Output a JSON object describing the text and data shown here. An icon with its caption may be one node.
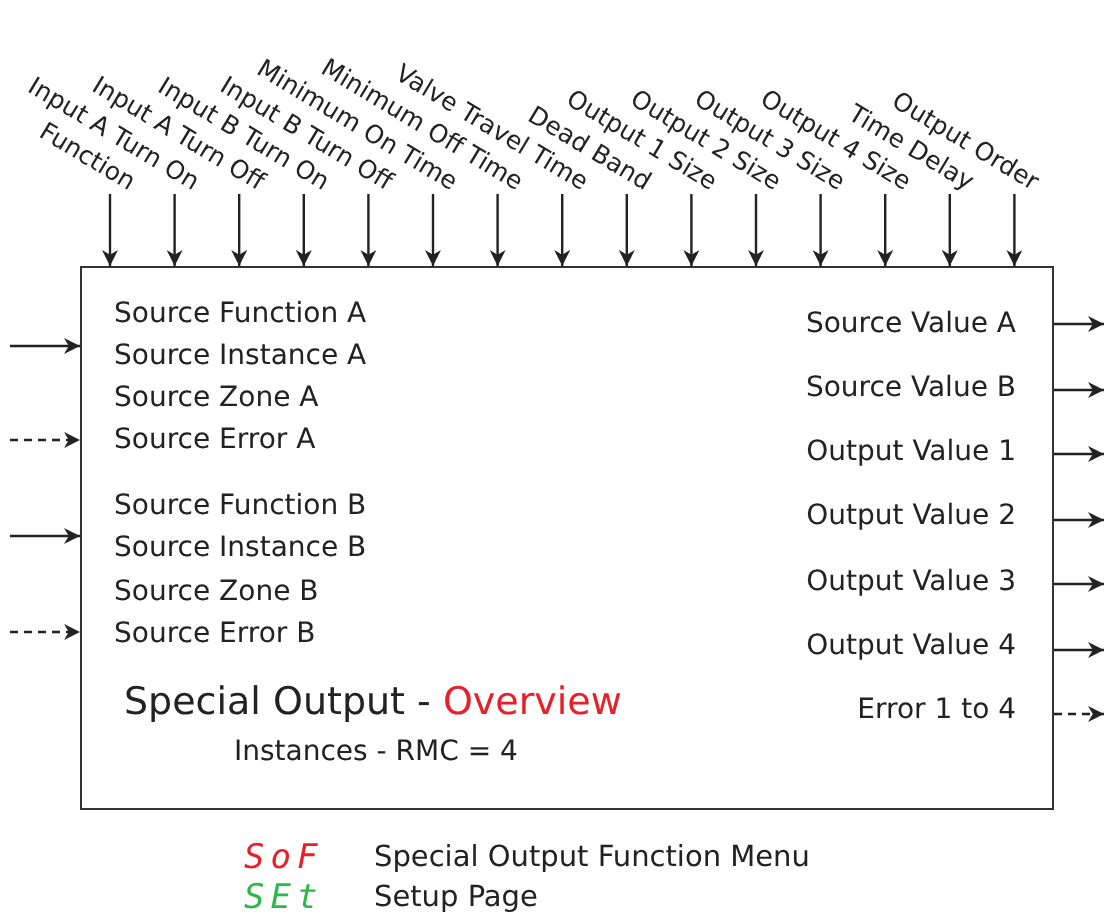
{
  "diagram": {
    "nodes": [
      {
        "text": [
          "Special Output - Overview",
          "Instances - RMC = 4"
        ]
      },
      {
        "text": [
          "Function"
        ]
      },
      {
        "text": [
          "Input A Turn On"
        ]
      },
      {
        "text": [
          "Input A Turn Off"
        ]
      },
      {
        "text": [
          "Input B Turn On"
        ]
      },
      {
        "text": [
          "Input B Turn Off"
        ]
      },
      {
        "text": [
          "Minimum On Time"
        ]
      },
      {
        "text": [
          "Minimum Off Time"
        ]
      },
      {
        "text": [
          "Valve Travel Time"
        ]
      },
      {
        "text": [
          "Dead Band"
        ]
      },
      {
        "text": [
          "Output 1 Size"
        ]
      },
      {
        "text": [
          "Output 2 Size"
        ]
      },
      {
        "text": [
          "Output 3 Size"
        ]
      },
      {
        "text": [
          "Output 4 Size"
        ]
      },
      {
        "text": [
          "Time Delay"
        ]
      },
      {
        "text": [
          "Output Order"
        ]
      }
    ],
    "edges": [
      {
        "from": 1,
        "to": 0,
        "arrow": "to"
      },
      {
        "from": 2,
        "to": 0,
        "arrow": "to"
      },
      {
        "from": 3,
        "to": 0,
        "arrow": "to"
      },
      {
        "from": 4,
        "to": 0,
        "arrow": "to"
      },
      {
        "from": 5,
        "to": 0,
        "arrow": "to"
      },
      {
        "from": 6,
        "to": 0,
        "arrow": "to"
      },
      {
        "from": 7,
        "to": 0,
        "arrow": "to"
      },
      {
        "from": 8,
        "to": 0,
        "arrow": "to"
      },
      {
        "from": 9,
        "to": 0,
        "arrow": "to"
      },
      {
        "from": 10,
        "to": 0,
        "arrow": "to"
      },
      {
        "from": 11,
        "to": 0,
        "arrow": "to"
      },
      {
        "from": 12,
        "to": 0,
        "arrow": "to"
      },
      {
        "from": 13,
        "to": 0,
        "arrow": "to"
      },
      {
        "from": 14,
        "to": 0,
        "arrow": "to"
      },
      {
        "from": 15,
        "to": 0,
        "arrow": "to"
      },
      {
        "from": null,
        "to": 0,
        "arrow": "to"
      },
      {
        "from": null,
        "to": 0,
        "arrow": "to",
        "style": "dashed"
      },
      {
        "from": null,
        "to": 0,
        "arrow": "to"
      },
      {
        "from": null,
        "to": 0,
        "arrow": "to",
        "style": "dashed"
      },
      {
        "from": 0,
        "to": null,
        "arrow": "to"
      },
      {
        "from": 0,
        "to": null,
        "arrow": "to"
      },
      {
        "from": 0,
        "to": null,
        "arrow": "to"
      },
      {
        "from": 0,
        "to": null,
        "arrow": "to"
      },
      {
        "from": 0,
        "to": null,
        "arrow": "to"
      },
      {
        "from": 0,
        "to": null,
        "arrow": "to"
      },
      {
        "from": 0,
        "to": null,
        "arrow": "to",
        "style": "dashed"
      }
    ],
    "labels": [
      "Source Function A",
      "Source Instance A",
      "Source Zone A",
      "Source Error A",
      "Source Function B",
      "Source Instance B",
      "Source Zone B",
      "Source Error B",
      "Source Value A",
      "Source Value B",
      "Output Value 1",
      "Output Value 2",
      "Output Value 3",
      "Output Value 4",
      "Error 1 to 4",
      "SoF",
      "Special Output Function Menu",
      "SEt",
      "Setup Page"
    ]
  }
}
